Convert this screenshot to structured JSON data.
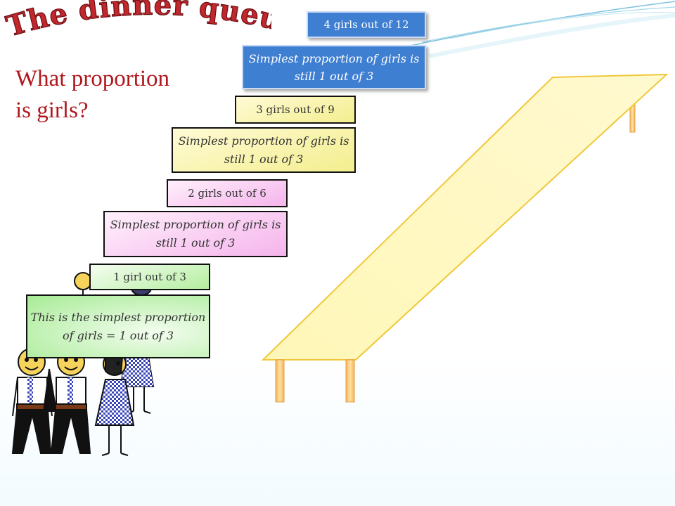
{
  "title": "The dinner queue",
  "question": "What proportion is girls?",
  "boxes": {
    "four_of_twelve": "4 girls out of 12",
    "simplest_blue": "Simplest proportion of girls is still 1 out of 3",
    "three_of_nine": "3 girls out of 9",
    "simplest_yellow": "Simplest proportion of girls is still 1 out of 3",
    "two_of_six": "2 girls out of 6",
    "simplest_pink": "Simplest proportion of girls is still 1 out of 3",
    "one_of_three": "1 girl out of 3",
    "simplest_green": "This is the simplest proportion of girls = 1 out of 3"
  },
  "colors": {
    "title_fill": "#c1272d",
    "question_text": "#b0171d",
    "blue_box": "#3f7fd1",
    "yellow_box": "#f3ee8e",
    "pink_box": "#f5b4ec",
    "green_box": "#a7eb95",
    "table_top": "#fff6b0",
    "table_legs": "#f7c36b"
  }
}
